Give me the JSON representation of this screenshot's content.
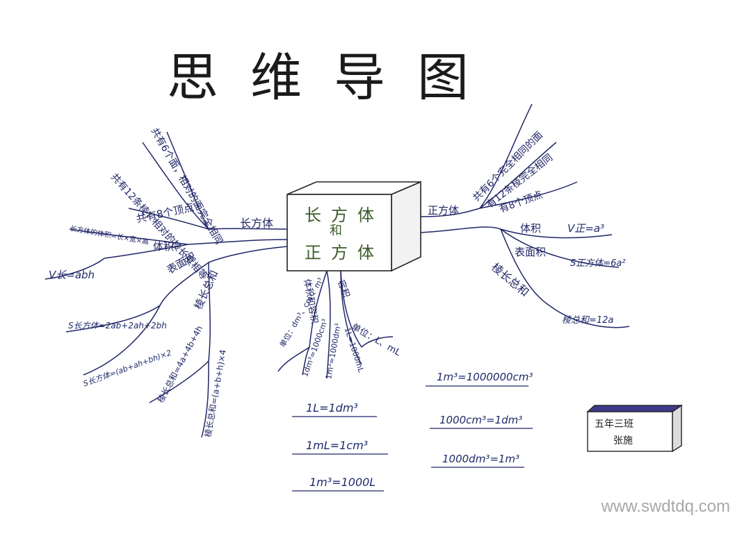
{
  "title": "思维导图",
  "center": {
    "line1": "长方体",
    "line2": "和",
    "line3": "正方体"
  },
  "left": {
    "branch_main": "长方体",
    "vertices": "共有8个顶点",
    "edges": "共有12条棱，相对的棱长度相等",
    "faces": "共有6个面，相对的面完全相同",
    "volume_label": "体积",
    "volume_formula": "V长=abh",
    "volume_note": "长方体的体积=长×宽×高",
    "surface_label": "表面积",
    "surface_formula1": "S长方体=2ab+2ah+2bh",
    "surface_formula2": "S长方体=(ab+ah+bh)×2",
    "edge_sum_label": "棱长总和",
    "edge_sum_formula1": "棱长总和=4a+4b+4h",
    "edge_sum_formula2": "棱长总和=(a+b+h)×4"
  },
  "right": {
    "branch_main": "正方体",
    "faces": "共有6个完全相同的面",
    "edges": "有12条棱完全相同",
    "vertices": "有8个顶点",
    "volume_label": "体积",
    "volume_formula": "V正=a³",
    "surface_label": "表面积",
    "surface_formula": "S正方体=6a²",
    "edge_sum_label": "棱长总和",
    "edge_sum_formula": "棱总和=12a"
  },
  "bottom": {
    "branch_volume": "体积和容积",
    "volume_unit": "单位：dm³、cm³、m³",
    "volume_conv1": "1dm³=1000cm³",
    "volume_conv2": "1m³=1000dm³",
    "branch_capacity": "容积",
    "capacity_unit": "单位：L、mL",
    "capacity_conv": "1L=1000mL"
  },
  "equalities_left": [
    "1L=1dm³",
    "1mL=1cm³",
    "1m³=1000L"
  ],
  "equalities_right": [
    "1m³=1000000cm³",
    "1000cm³=1dm³",
    "1000dm³=1m³"
  ],
  "badge": {
    "line1": "五年三班",
    "line2": "张施"
  },
  "watermark": "www.swdtdq.com",
  "colors": {
    "ink": "#1f2566",
    "cube_text": "#3a5b2a",
    "badge_top": "#3f3a8a"
  }
}
